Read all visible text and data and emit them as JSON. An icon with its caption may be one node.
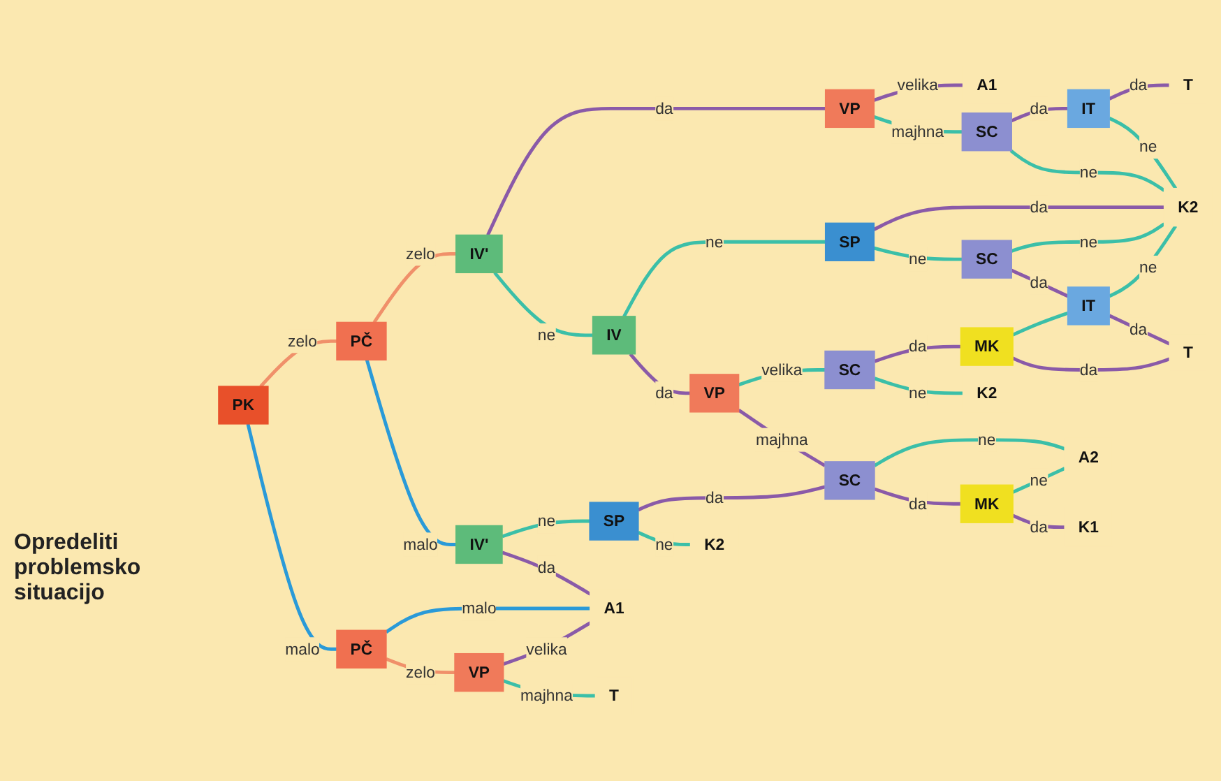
{
  "diagram": {
    "nodes": [
      {
        "text": [
          "PK"
        ]
      },
      {
        "text": [
          "PČ"
        ]
      },
      {
        "text": [
          "PČ"
        ]
      },
      {
        "text": [
          "IV'"
        ]
      },
      {
        "text": [
          "IV"
        ]
      },
      {
        "text": [
          "IV'"
        ]
      },
      {
        "text": [
          "SP"
        ]
      },
      {
        "text": [
          "VP"
        ]
      },
      {
        "text": [
          "SP"
        ]
      },
      {
        "text": [
          "VP"
        ]
      },
      {
        "text": [
          "VP"
        ]
      },
      {
        "text": [
          "SC"
        ]
      },
      {
        "text": [
          "SC"
        ]
      },
      {
        "text": [
          "SC"
        ]
      },
      {
        "text": [
          "SC"
        ]
      },
      {
        "text": [
          "MK"
        ]
      },
      {
        "text": [
          "MK"
        ]
      },
      {
        "text": [
          "IT"
        ]
      },
      {
        "text": [
          "IT"
        ]
      },
      {
        "text": [
          "A1"
        ]
      },
      {
        "text": [
          "T"
        ]
      },
      {
        "text": [
          "K2"
        ]
      },
      {
        "text": [
          "T"
        ]
      },
      {
        "text": [
          "K2"
        ]
      },
      {
        "text": [
          "A2"
        ]
      },
      {
        "text": [
          "K1"
        ]
      },
      {
        "text": [
          "K2"
        ]
      },
      {
        "text": [
          "A1"
        ]
      },
      {
        "text": [
          "T"
        ]
      }
    ],
    "edges": [
      {
        "from": 0,
        "to": 1,
        "arrow": "none",
        "label": "zelo",
        "color": "#f0906a"
      },
      {
        "from": 0,
        "to": 2,
        "arrow": "none",
        "label": "malo",
        "color": "#2a9ad8"
      },
      {
        "from": 1,
        "to": 3,
        "arrow": "none",
        "label": "zelo",
        "color": "#f0906a"
      },
      {
        "from": 1,
        "to": 5,
        "arrow": "none",
        "label": "malo",
        "color": "#2a9ad8"
      },
      {
        "from": 3,
        "to": 7,
        "arrow": "none",
        "label": "da",
        "color": "#8a5aa8"
      },
      {
        "from": 3,
        "to": 4,
        "arrow": "none",
        "label": "ne",
        "color": "#3bbfa8"
      },
      {
        "from": 4,
        "to": 8,
        "arrow": "none",
        "label": "ne",
        "color": "#3bbfa8"
      },
      {
        "from": 4,
        "to": 9,
        "arrow": "none",
        "label": "da",
        "color": "#8a5aa8"
      },
      {
        "from": 7,
        "to": 19,
        "arrow": "none",
        "label": "velika",
        "color": "#8a5aa8"
      },
      {
        "from": 7,
        "to": 11,
        "arrow": "none",
        "label": "majhna",
        "color": "#3bbfa8"
      },
      {
        "from": 11,
        "to": 17,
        "arrow": "none",
        "label": "da",
        "color": "#8a5aa8"
      },
      {
        "from": 11,
        "to": 21,
        "arrow": "none",
        "label": "ne",
        "color": "#3bbfa8"
      },
      {
        "from": 17,
        "to": 20,
        "arrow": "none",
        "label": "da",
        "color": "#8a5aa8"
      },
      {
        "from": 17,
        "to": 21,
        "arrow": "none",
        "label": "ne",
        "color": "#3bbfa8"
      },
      {
        "from": 8,
        "to": 21,
        "arrow": "none",
        "label": "da",
        "color": "#8a5aa8"
      },
      {
        "from": 8,
        "to": 12,
        "arrow": "none",
        "label": "ne",
        "color": "#3bbfa8"
      },
      {
        "from": 12,
        "to": 21,
        "arrow": "none",
        "label": "ne",
        "color": "#3bbfa8"
      },
      {
        "from": 12,
        "to": 18,
        "arrow": "none",
        "label": "da",
        "color": "#8a5aa8"
      },
      {
        "from": 18,
        "to": 21,
        "arrow": "none",
        "label": "ne",
        "color": "#3bbfa8"
      },
      {
        "from": 18,
        "to": 22,
        "arrow": "none",
        "label": "da",
        "color": "#8a5aa8"
      },
      {
        "from": 9,
        "to": 13,
        "arrow": "none",
        "label": "velika",
        "color": "#3bbfa8"
      },
      {
        "from": 9,
        "to": 14,
        "arrow": "none",
        "label": "majhna",
        "color": "#8a5aa8"
      },
      {
        "from": 13,
        "to": 15,
        "arrow": "none",
        "label": "da",
        "color": "#8a5aa8"
      },
      {
        "from": 13,
        "to": 23,
        "arrow": "none",
        "label": "ne",
        "color": "#3bbfa8"
      },
      {
        "from": 15,
        "to": 18,
        "arrow": "none",
        "color": "#3bbfa8"
      },
      {
        "from": 15,
        "to": 22,
        "arrow": "none",
        "label": "da",
        "color": "#8a5aa8"
      },
      {
        "from": 14,
        "to": 24,
        "arrow": "none",
        "label": "ne",
        "color": "#3bbfa8"
      },
      {
        "from": 14,
        "to": 16,
        "arrow": "none",
        "label": "da",
        "color": "#8a5aa8"
      },
      {
        "from": 16,
        "to": 24,
        "arrow": "none",
        "label": "ne",
        "color": "#3bbfa8"
      },
      {
        "from": 16,
        "to": 25,
        "arrow": "none",
        "label": "da",
        "color": "#8a5aa8"
      },
      {
        "from": 5,
        "to": 6,
        "arrow": "none",
        "label": "ne",
        "color": "#3bbfa8"
      },
      {
        "from": 6,
        "to": 14,
        "arrow": "none",
        "label": "da",
        "color": "#8a5aa8"
      },
      {
        "from": 6,
        "to": 26,
        "arrow": "none",
        "label": "ne",
        "color": "#3bbfa8"
      },
      {
        "from": 5,
        "to": 27,
        "arrow": "none",
        "label": "da",
        "color": "#8a5aa8"
      },
      {
        "from": 2,
        "to": 27,
        "arrow": "none",
        "label": "malo",
        "color": "#2a9ad8"
      },
      {
        "from": 2,
        "to": 10,
        "arrow": "none",
        "label": "zelo",
        "color": "#f0906a"
      },
      {
        "from": 10,
        "to": 27,
        "arrow": "none",
        "label": "velika",
        "color": "#8a5aa8"
      },
      {
        "from": 10,
        "to": 28,
        "arrow": "none",
        "label": "majhna",
        "color": "#3bbfa8"
      }
    ],
    "labels": [
      "Opredeliti problemsko situacijo"
    ]
  }
}
